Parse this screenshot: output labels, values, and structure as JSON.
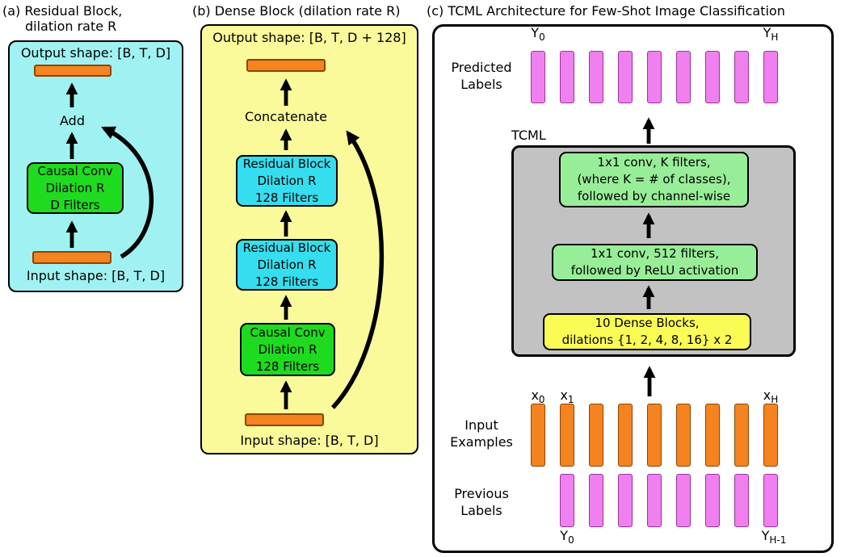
{
  "colors": {
    "cyan_bg": "#A0F2F2",
    "cyan_block": "#35DEEE",
    "green_block": "#1FDB1F",
    "yellow_bg": "#FAFA9B",
    "yellow_block": "#FBFB55",
    "lightgreen_block": "#98EE98",
    "gray_box": "#C2C2C2",
    "orange_fill": "#F5831F",
    "orange_border": "#8B4500",
    "violet_fill": "#F080F0",
    "violet_border": "#993399",
    "arrow": "#000000"
  },
  "panel_a": {
    "title_line1": "(a) Residual Block,",
    "title_line2": "dilation rate R",
    "output_shape": "Output shape: [B, T, D]",
    "add_label": "Add",
    "conv_block": {
      "line1": "Causal Conv",
      "line2": "Dilation R",
      "line3": "D Filters"
    },
    "input_shape": "Input shape: [B, T, D]"
  },
  "panel_b": {
    "title": "(b) Dense Block (dilation rate R)",
    "output_shape": "Output shape: [B, T, D + 128]",
    "concatenate_label": "Concatenate",
    "residual_block_1": {
      "line1": "Residual Block",
      "line2": "Dilation R",
      "line3": "128 Filters"
    },
    "residual_block_2": {
      "line1": "Residual Block",
      "line2": "Dilation R",
      "line3": "128 Filters"
    },
    "conv_block": {
      "line1": "Causal Conv",
      "line2": "Dilation R",
      "line3": "128 Filters"
    },
    "input_shape": "Input shape: [B, T, D]"
  },
  "panel_c": {
    "title": "(c) TCML Architecture for Few-Shot Image Classification",
    "tcml_label": "TCML",
    "predicted_row": {
      "label_line1": "Predicted",
      "label_line2": "Labels",
      "bar_count": 9,
      "first_label": {
        "base": "Ŷ",
        "sub": "0"
      },
      "last_label": {
        "base": "Ŷ",
        "sub": "H"
      }
    },
    "conv_k_block": {
      "line1": "1x1 conv, K filters,",
      "line2": "(where K = # of classes),",
      "line3": "followed by channel-wise"
    },
    "conv_512_block": {
      "line1": "1x1 conv, 512 filters,",
      "line2": "followed by ReLU activation"
    },
    "dense_blocks_block": {
      "line1": "10 Dense Blocks,",
      "line2": "dilations {1, 2, 4, 8, 16} x 2"
    },
    "input_row": {
      "label_line1": "Input",
      "label_line2": "Examples",
      "bar_count": 9,
      "first_label": {
        "base": "x",
        "sub": "0"
      },
      "second_label": {
        "base": "x",
        "sub": "1"
      },
      "last_label": {
        "base": "x",
        "sub": "H"
      }
    },
    "previous_row": {
      "label_line1": "Previous",
      "label_line2": "Labels",
      "bar_count": 8,
      "first_label": {
        "base": "Y",
        "sub": "0"
      },
      "last_label": {
        "base": "Y",
        "sub": "H-1"
      }
    }
  }
}
